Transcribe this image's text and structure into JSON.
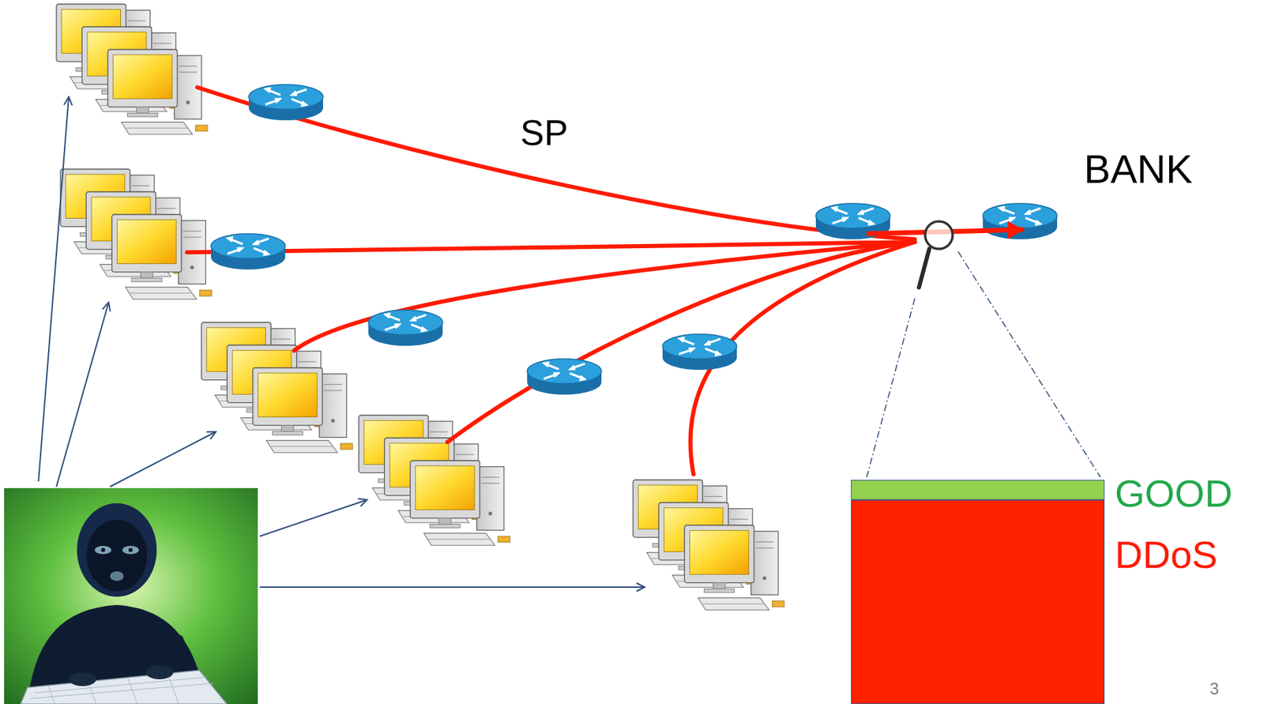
{
  "diagram": {
    "nodes": [
      {
        "text": [
          "SP"
        ]
      },
      {
        "text": [
          "BANK"
        ]
      }
    ],
    "edges": [
      {
        "from": 0,
        "to": 1,
        "arrow": "to"
      }
    ],
    "labels": [
      "3"
    ],
    "legend": [
      {
        "text": "GOOD",
        "color": "#92d050"
      },
      {
        "text": "DDoS",
        "color": "#ff2200"
      }
    ]
  }
}
